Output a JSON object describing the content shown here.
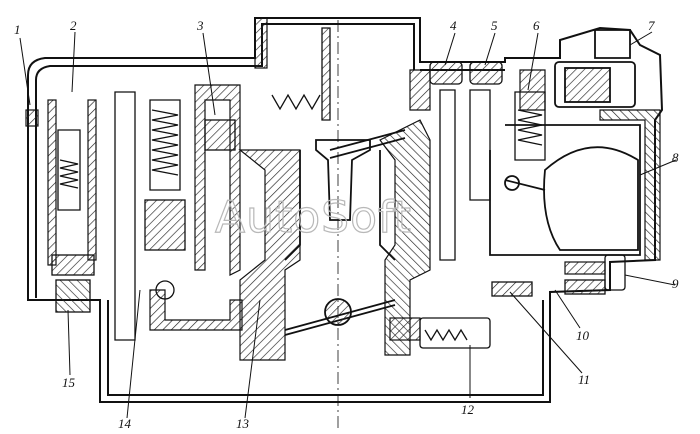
{
  "watermark": "AutoSoft",
  "callouts": {
    "c1": "1",
    "c2": "2",
    "c3": "3",
    "c4": "4",
    "c5": "5",
    "c6": "6",
    "c7": "7",
    "c8": "8",
    "c9": "9",
    "c10": "10",
    "c11": "11",
    "c12": "12",
    "c13": "13",
    "c14": "14",
    "c15": "15"
  }
}
